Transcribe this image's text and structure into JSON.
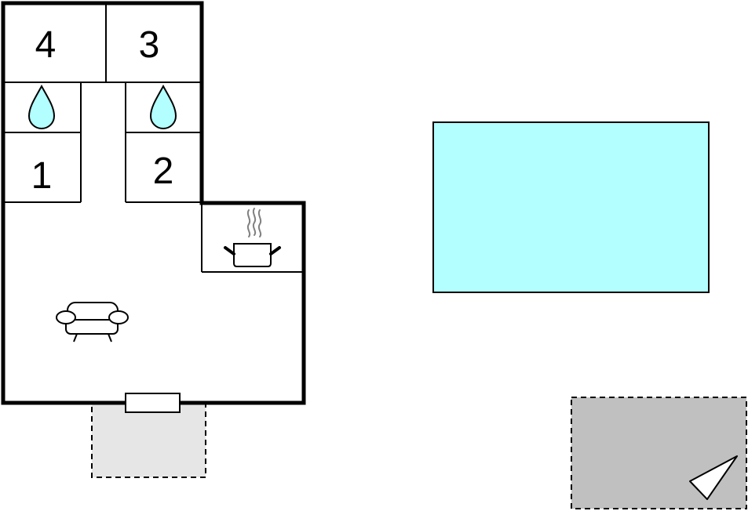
{
  "rooms": {
    "room_4": {
      "label": "4"
    },
    "room_3": {
      "label": "3"
    },
    "room_1": {
      "label": "1"
    },
    "room_2": {
      "label": "2"
    }
  },
  "icons": {
    "bathroom_left": "water-drop-icon",
    "bathroom_right": "water-drop-icon",
    "kitchen": "cooking-pot-icon",
    "living": "sofa-icon",
    "compass": "north-arrow-icon"
  },
  "colors": {
    "wall": "#000000",
    "pool": "#b3ffff",
    "water_drop": "#b3ffff",
    "terrace": "#e6e6e6",
    "parking": "#c0c0c0",
    "background": "#ffffff"
  }
}
